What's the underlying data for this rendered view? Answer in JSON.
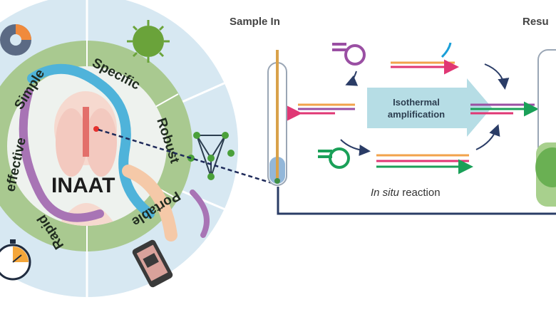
{
  "center": {
    "label": "INAAT"
  },
  "ring_labels": {
    "simple": "Simple",
    "specific": "Specific",
    "robust": "Robust",
    "portable": "Portable",
    "rapid": "Rapid",
    "effective": "effective"
  },
  "sample_in": "Sample In",
  "result_label": "Resu",
  "amplification": {
    "line1": "Isothermal",
    "line2": "amplification"
  },
  "in_situ": {
    "italic": "In situ",
    "rest": "reaction"
  },
  "colors": {
    "outer_ring": "#d7e8f2",
    "green_ring": "#a9c990",
    "amp_box": "#b6dde5",
    "purple": "#9a4fa3",
    "green": "#1aa058",
    "orange": "#f2a24b",
    "pink": "#e03774",
    "navy": "#2a3c66"
  }
}
